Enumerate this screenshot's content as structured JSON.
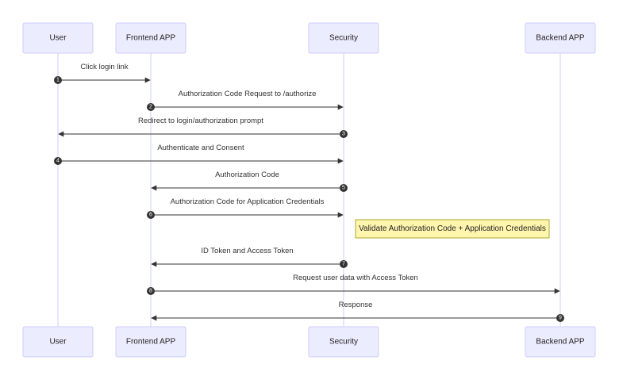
{
  "participants": [
    {
      "id": "user",
      "label": "User"
    },
    {
      "id": "frontend",
      "label": "Frontend APP"
    },
    {
      "id": "security",
      "label": "Security"
    },
    {
      "id": "backend",
      "label": "Backend APP"
    }
  ],
  "messages": [
    {
      "num": "1",
      "from": "user",
      "to": "frontend",
      "text": "Click login link"
    },
    {
      "num": "2",
      "from": "frontend",
      "to": "security",
      "text": "Authorization Code Request to /authorize"
    },
    {
      "num": "3",
      "from": "security",
      "to": "user",
      "text": "Redirect to login/authorization prompt"
    },
    {
      "num": "4",
      "from": "user",
      "to": "security",
      "text": "Authenticate and Consent"
    },
    {
      "num": "5",
      "from": "security",
      "to": "frontend",
      "text": "Authorization Code"
    },
    {
      "num": "6",
      "from": "frontend",
      "to": "security",
      "text": "Authorization Code for Application Credentials"
    },
    {
      "num": "7",
      "from": "security",
      "to": "frontend",
      "text": "ID Token and Access Token"
    },
    {
      "num": "8",
      "from": "frontend",
      "to": "backend",
      "text": "Request user data with Access Token"
    },
    {
      "num": "9",
      "from": "backend",
      "to": "frontend",
      "text": "Response"
    }
  ],
  "note": {
    "text": "Validate Authorization Code + Application Credentials"
  }
}
